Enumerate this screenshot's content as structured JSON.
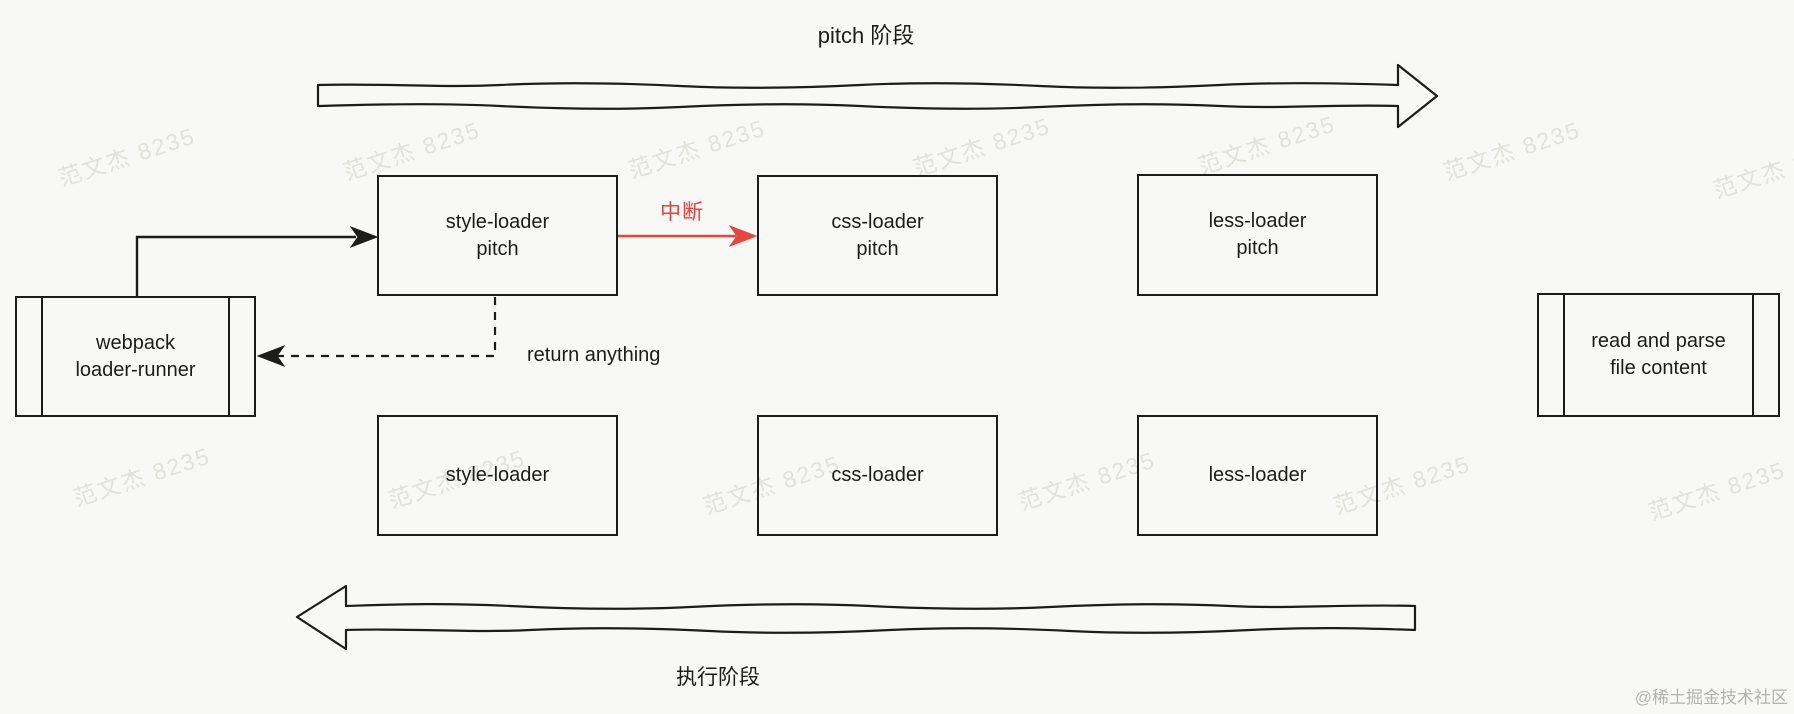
{
  "labels": {
    "pitch_phase": "pitch 阶段",
    "exec_phase": "执行阶段",
    "interrupt": "中断",
    "return_anything": "return anything"
  },
  "nodes": {
    "webpack_loader_runner": {
      "line1": "webpack",
      "line2": "loader-runner"
    },
    "style_loader_pitch": {
      "line1": "style-loader",
      "line2": "pitch"
    },
    "css_loader_pitch": {
      "line1": "css-loader",
      "line2": "pitch"
    },
    "less_loader_pitch": {
      "line1": "less-loader",
      "line2": "pitch"
    },
    "style_loader": {
      "label": "style-loader"
    },
    "css_loader": {
      "label": "css-loader"
    },
    "less_loader": {
      "label": "less-loader"
    },
    "read_parse": {
      "line1": "read and parse",
      "line2": "file content"
    }
  },
  "watermark": {
    "text": "范文杰 8235"
  },
  "credit": "@稀土掘金技术社区",
  "colors": {
    "line": "#1c1c1c",
    "interrupt_red": "#e8463c",
    "background": "#f8f8f6",
    "watermark": "#e2e1db",
    "credit": "#b2b2b0"
  }
}
